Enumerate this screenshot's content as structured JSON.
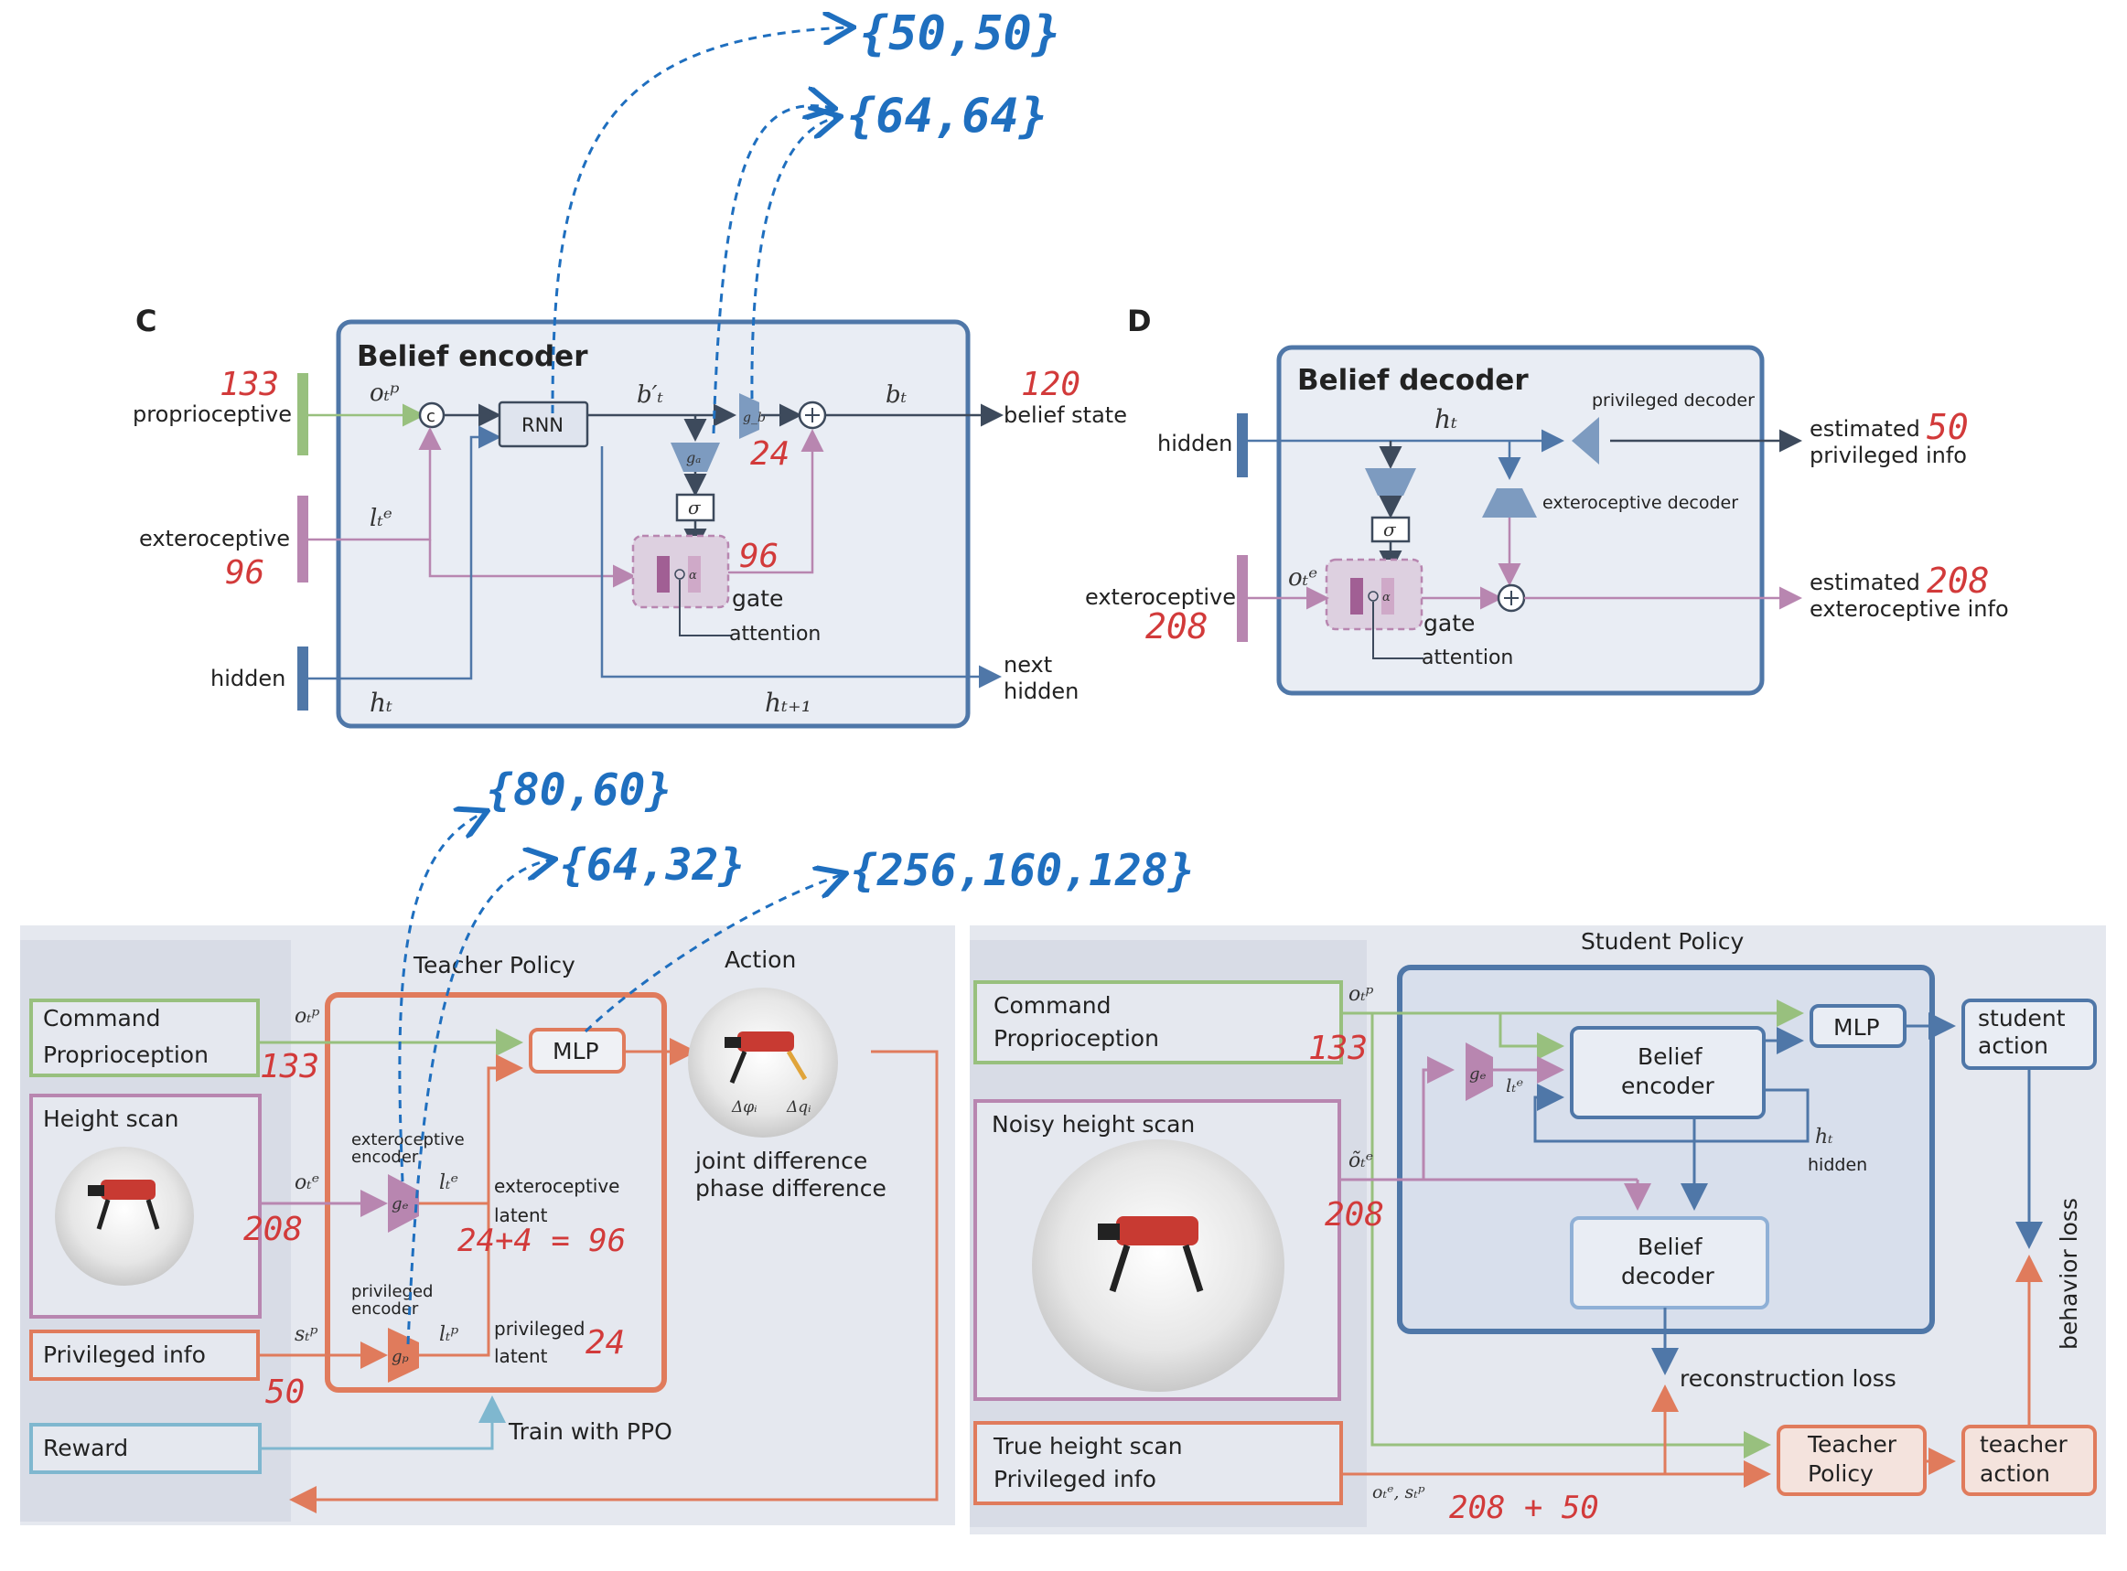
{
  "panel_c": {
    "letter": "C",
    "title": "Belief encoder",
    "inputs": {
      "proprioceptive": "proprioceptive",
      "exteroceptive": "exteroceptive",
      "hidden": "hidden"
    },
    "rnn": "RNN",
    "sigma": "σ",
    "c_node": "c",
    "gate": "gate",
    "attention": "attention",
    "outputs": {
      "belief_state": "belief state",
      "next_hidden_1": "next",
      "next_hidden_2": "hidden"
    },
    "math": {
      "o_p": "oₜᵖ",
      "l_e": "lₜᵉ",
      "h_t": "hₜ",
      "b_prime": "b′ₜ",
      "b_t": "bₜ",
      "h_t1": "hₜ₊₁",
      "g_a": "gₐ",
      "g_b": "g_b",
      "alpha": "α"
    }
  },
  "panel_d": {
    "letter": "D",
    "title": "Belief decoder",
    "hidden": "hidden",
    "exteroceptive": "exteroceptive",
    "privileged_decoder": "privileged decoder",
    "exteroceptive_decoder": "exteroceptive decoder",
    "sigma": "σ",
    "gate": "gate",
    "attention": "attention",
    "out_priv_1": "estimated",
    "out_priv_2": "privileged info",
    "out_ext_1": "estimated",
    "out_ext_2": "exteroceptive info",
    "math": {
      "h_t": "hₜ",
      "o_e": "oₜᵉ",
      "alpha": "α"
    }
  },
  "teacher": {
    "title": "Teacher Policy",
    "action_title": "Action",
    "command_1": "Command",
    "command_2": "Proprioception",
    "height_scan": "Height scan",
    "privileged_info": "Privileged info",
    "reward": "Reward",
    "mlp": "MLP",
    "ext_encoder_1": "exteroceptive",
    "ext_encoder_2": "encoder",
    "priv_encoder_1": "privileged",
    "priv_encoder_2": "encoder",
    "ext_latent_1": "exteroceptive",
    "ext_latent_2": "latent",
    "priv_latent_1": "privileged",
    "priv_latent_2": "latent",
    "joint_diff": "joint difference",
    "phase_diff": "phase difference",
    "delta_phi": "Δφᵢ",
    "delta_q": "Δqᵢ",
    "train_ppo": "Train with PPO",
    "math": {
      "o_p": "oₜᵖ",
      "o_e": "oₜᵉ",
      "s_p": "sₜᵖ",
      "l_e": "lₜᵉ",
      "l_p": "lₜᵖ",
      "g_e": "gₑ",
      "g_p": "gₚ"
    }
  },
  "student": {
    "title": "Student Policy",
    "command_1": "Command",
    "command_2": "Proprioception",
    "noisy_scan": "Noisy height scan",
    "true_scan_1": "True height scan",
    "true_scan_2": "Privileged info",
    "mlp": "MLP",
    "belief_encoder_1": "Belief",
    "belief_encoder_2": "encoder",
    "belief_decoder_1": "Belief",
    "belief_decoder_2": "decoder",
    "student_action_1": "student",
    "student_action_2": "action",
    "teacher_policy_1": "Teacher",
    "teacher_policy_2": "Policy",
    "teacher_action_1": "teacher",
    "teacher_action_2": "action",
    "hidden": "hidden",
    "reconstruction_loss": "reconstruction loss",
    "behavior_loss": "behavior loss",
    "math": {
      "o_p": "oₜᵖ",
      "o_e_tilde": "õₜᵉ",
      "l_e": "lₜᵉ",
      "h_t": "hₜ",
      "g_e": "gₑ",
      "oe_sp": "oₜᵉ, sₜᵖ"
    }
  },
  "annotations": {
    "red": {
      "c_133": "133",
      "c_96": "96",
      "c_120": "120",
      "c_24": "24",
      "c_96b": "96",
      "d_50": "50",
      "d_208": "208",
      "d_208b": "208",
      "t_133": "133",
      "t_208": "208",
      "t_50": "50",
      "t_sum": "24+4 = 96",
      "t_24": "24",
      "s_133": "133",
      "s_208": "208",
      "s_sum": "208 + 50"
    },
    "blue": {
      "b1": "{50,50}",
      "b2": "{64,64}",
      "b3": "{80,60}",
      "b4": "{64,32}",
      "b5": "{256,160,128}"
    }
  },
  "colors": {
    "blue": "#4f77a8",
    "blue_fill": "#e9edf4",
    "green": "#98c07e",
    "purple": "#b886b0",
    "orange": "#e07b5c",
    "teal": "#7fb7cf",
    "panel_gray": "#e5e8ef",
    "red_hand": "#d23a3a",
    "blue_hand": "#1f6fbf"
  }
}
